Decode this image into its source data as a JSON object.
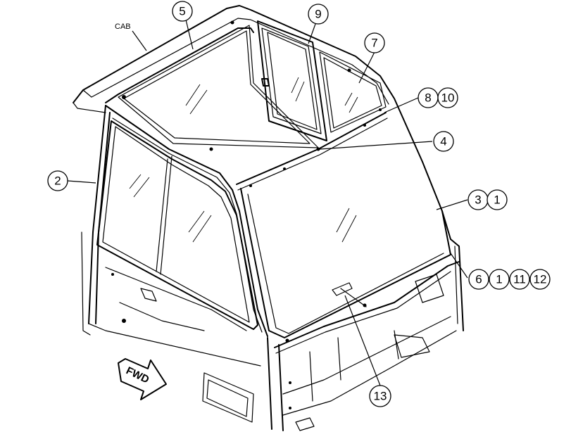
{
  "diagram": {
    "cab_label": "CAB",
    "fwd_label": "FWD",
    "callouts": [
      {
        "id": "5",
        "text": "5"
      },
      {
        "id": "9",
        "text": "9"
      },
      {
        "id": "7",
        "text": "7"
      },
      {
        "id": "8",
        "text": "8"
      },
      {
        "id": "10",
        "text": "10"
      },
      {
        "id": "4",
        "text": "4"
      },
      {
        "id": "2",
        "text": "2"
      },
      {
        "id": "3",
        "text": "3"
      },
      {
        "id": "1a",
        "text": "1"
      },
      {
        "id": "6",
        "text": "6"
      },
      {
        "id": "1b",
        "text": "1"
      },
      {
        "id": "11",
        "text": "11"
      },
      {
        "id": "12",
        "text": "12"
      },
      {
        "id": "13",
        "text": "13"
      }
    ]
  }
}
